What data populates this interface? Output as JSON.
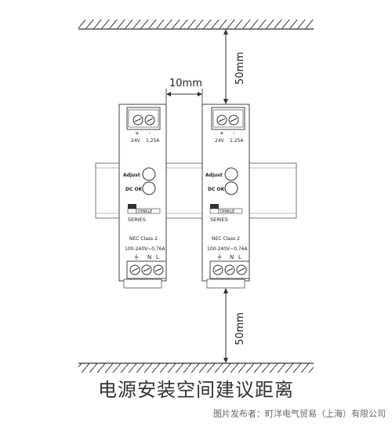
{
  "diagram": {
    "gap_side": "10mm",
    "gap_top": "50mm",
    "gap_bottom": "50mm"
  },
  "module": {
    "terminal_plus": "+",
    "terminal_minus": "-",
    "voltage": "24V",
    "current": "1.25A",
    "adjust_label": "Adjust",
    "dcok_label": "DC OK",
    "brand": "DINKLE",
    "series": "SERIES",
    "nec": "NEC Class 2",
    "input_rating": "100-240V~0.76A",
    "ground_symbol": "⏚",
    "n_label": "N",
    "l_label": "L"
  },
  "caption": "电源安装空间建议距离",
  "credit": "图片发布者：町洋电气贸易（上海）有限公司"
}
